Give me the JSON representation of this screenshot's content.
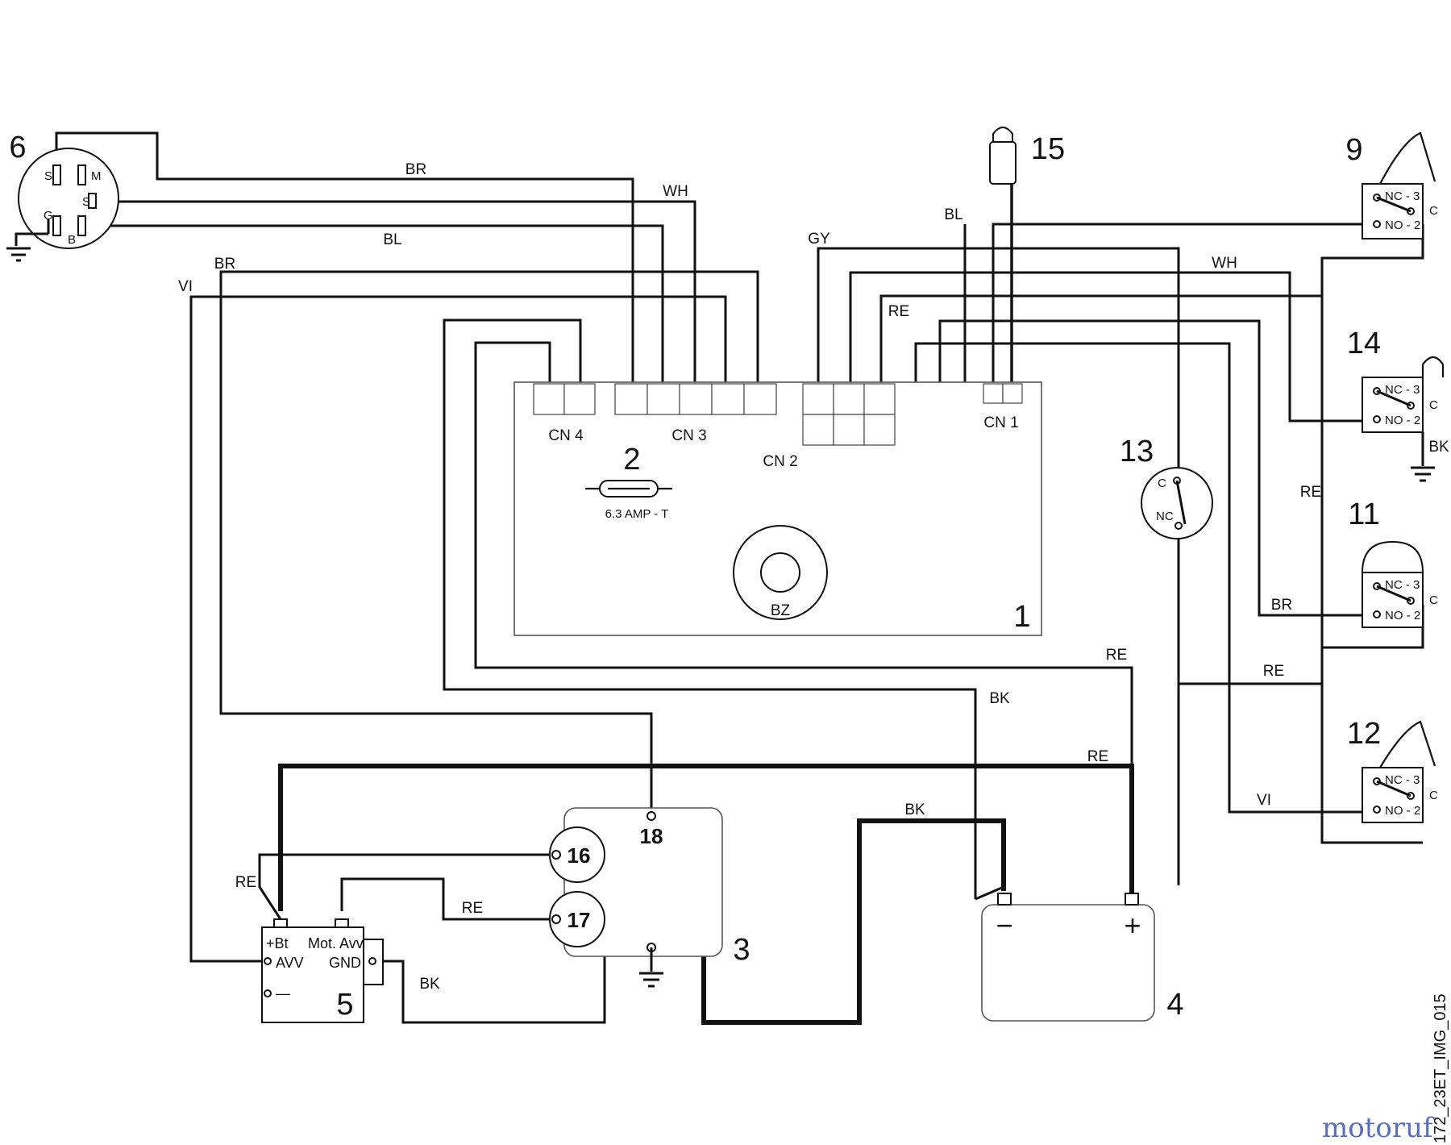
{
  "components": {
    "c1": "1",
    "c2": "2",
    "c3": "3",
    "c4": "4",
    "c5": "5",
    "c6": "6",
    "c9": "9",
    "c11": "11",
    "c12": "12",
    "c13": "13",
    "c14": "14",
    "c15": "15",
    "c16": "16",
    "c17": "17",
    "c18": "18"
  },
  "connectors": {
    "cn1": "CN 1",
    "cn2": "CN 2",
    "cn3": "CN 3",
    "cn4": "CN 4"
  },
  "fuse": "6.3 AMP - T",
  "buzzer": "BZ",
  "ignition_pins": {
    "s1": "S",
    "m": "M",
    "s2": "S",
    "g": "G",
    "b": "B"
  },
  "switch_pins": {
    "nc": "NC - 3",
    "no": "NO - 2",
    "c": "C"
  },
  "sensor13_pins": {
    "c": "C",
    "nc": "NC"
  },
  "relay5": {
    "bt": "+Bt",
    "mot": "Mot. Avv",
    "avv": "AVV",
    "gnd": "GND",
    "minus": "—"
  },
  "battery": {
    "minus": "−",
    "plus": "+"
  },
  "wire_labels": {
    "br_top": "BR",
    "wh_top": "WH",
    "bl_top": "BL",
    "br_left": "BR",
    "vi_left": "VI",
    "gy": "GY",
    "bl_right": "BL",
    "wh_right": "WH",
    "re_cn2": "RE",
    "re_right": "RE",
    "bk_sw14": "BK",
    "br_sw11": "BR",
    "re_mid": "RE",
    "re_sw": "RE",
    "bk_mid": "BK",
    "re_top_bat": "RE",
    "bk_bat": "BK",
    "vi_sw12": "VI",
    "re_relay": "RE",
    "re_17": "RE",
    "bk_gnd": "BK"
  },
  "image_code": "172_23ET_IMG_015",
  "watermark": "motoruf"
}
